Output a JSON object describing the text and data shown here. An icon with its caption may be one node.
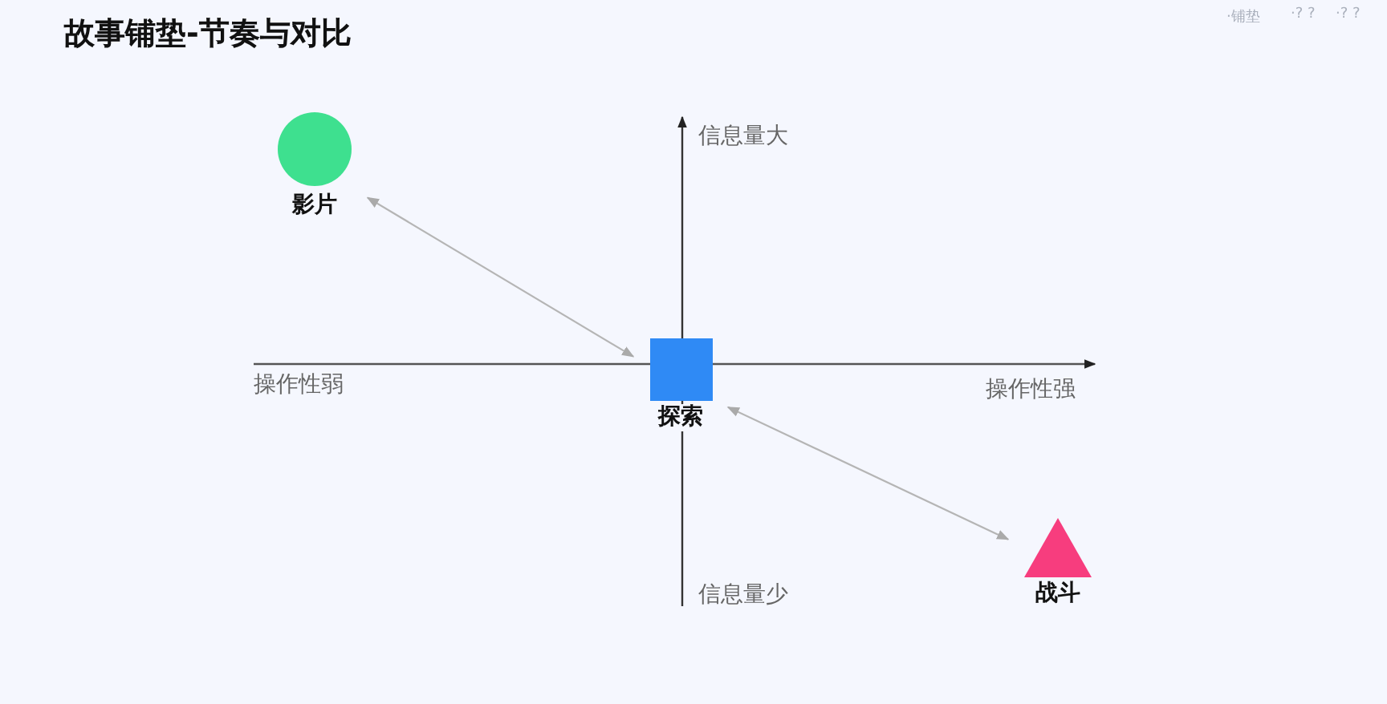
{
  "diagram": {
    "title": "故事铺垫-节奏与对比",
    "nodes": [
      {
        "text": [
          "影片"
        ]
      },
      {
        "text": [
          "探索"
        ]
      },
      {
        "text": [
          "战斗"
        ]
      }
    ],
    "edges": [
      {
        "from": 0,
        "to": 1,
        "arrow": "both"
      },
      {
        "from": 1,
        "to": 2,
        "arrow": "both"
      }
    ],
    "labels": [
      "·铺垫",
      "·? ?",
      "·? ?",
      "信息量大",
      "操作性弱",
      "操作性强",
      "信息量少"
    ]
  }
}
